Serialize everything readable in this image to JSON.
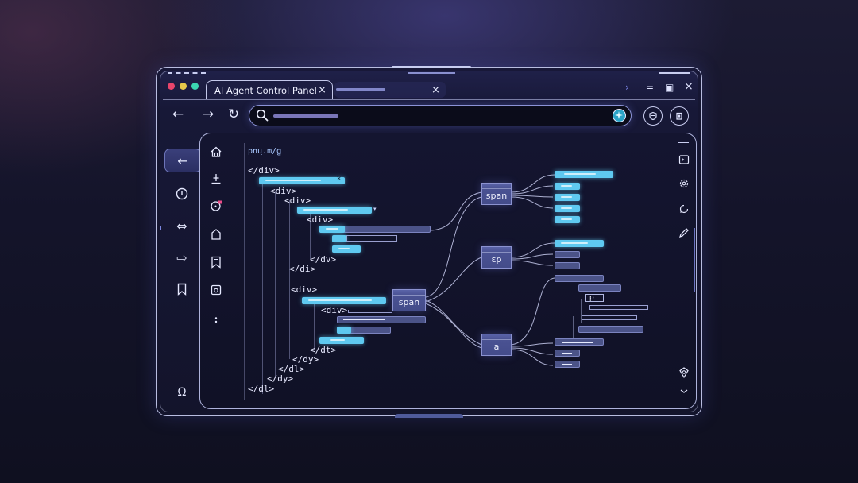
{
  "window": {
    "traffic_lights": [
      {
        "name": "close",
        "color": "#e8456b"
      },
      {
        "name": "minimize",
        "color": "#e6c84a"
      },
      {
        "name": "maximize",
        "color": "#3bd6b2"
      }
    ],
    "tabs": [
      {
        "label": "AI Agent Control Panel",
        "active": true,
        "close": "×"
      },
      {
        "label": "",
        "active": false,
        "close": "×"
      }
    ],
    "controls": {
      "minimize": "=",
      "maximize": "▣",
      "close": "×"
    }
  },
  "nav": {
    "back": "←",
    "forward": "→",
    "reload": "↻",
    "search_placeholder": "",
    "search_value": ""
  },
  "left_rail": {
    "items": [
      {
        "icon": "arrow-left-icon",
        "glyph": "←",
        "active": true
      },
      {
        "icon": "info-circle-icon",
        "glyph": "ⓘ"
      },
      {
        "icon": "swap-arrows-icon",
        "glyph": "⇔"
      },
      {
        "icon": "forward-arrow-icon",
        "glyph": "⇨"
      },
      {
        "icon": "bookmark-icon",
        "glyph": "🔖"
      },
      {
        "icon": "headphones-icon",
        "glyph": "Ω"
      }
    ]
  },
  "panel_rail": {
    "items": [
      {
        "icon": "home-icon"
      },
      {
        "icon": "upload-icon"
      },
      {
        "icon": "target-icon"
      },
      {
        "icon": "tag-icon"
      },
      {
        "icon": "bookmark-icon"
      },
      {
        "icon": "camera-icon"
      },
      {
        "icon": "more-vertical-icon"
      }
    ]
  },
  "dom_tree": {
    "path": "pnų.m/ꬶ",
    "lines": [
      {
        "text": "</div>",
        "indent": 0
      },
      {
        "text": "<div>",
        "indent": 1
      },
      {
        "text": "<div>",
        "indent": 2
      },
      {
        "text": "<div>",
        "indent": 3
      },
      {
        "text": "</dv>",
        "indent": 3
      },
      {
        "text": "</di>",
        "indent": 2
      },
      {
        "text": "<div>",
        "indent": 2
      },
      {
        "text": "<div>",
        "indent": 3
      },
      {
        "text": "</dt>",
        "indent": 3
      },
      {
        "text": "</dy>",
        "indent": 2
      },
      {
        "text": "</dl>",
        "indent": 1
      },
      {
        "text": "</dy>",
        "indent": 1
      },
      {
        "text": "</dl>",
        "indent": 0
      }
    ]
  },
  "graph": {
    "nodes": [
      {
        "id": "span1",
        "label": "span"
      },
      {
        "id": "p1",
        "label": "ɛp"
      },
      {
        "id": "span2",
        "label": "span"
      },
      {
        "id": "a1",
        "label": "a"
      },
      {
        "id": "p2",
        "label": "p"
      }
    ]
  },
  "right_rail": {
    "items": [
      {
        "icon": "terminal-icon"
      },
      {
        "icon": "settings-gear-icon"
      },
      {
        "icon": "refresh-icon"
      },
      {
        "icon": "pencil-icon"
      },
      {
        "icon": "shield-icon"
      },
      {
        "icon": "chevron-down-icon"
      }
    ]
  },
  "colors": {
    "accent_cyan": "#5fc9f0",
    "node_fill": "#4a5293",
    "frame": "#b9bde0",
    "background": "#14142a"
  }
}
